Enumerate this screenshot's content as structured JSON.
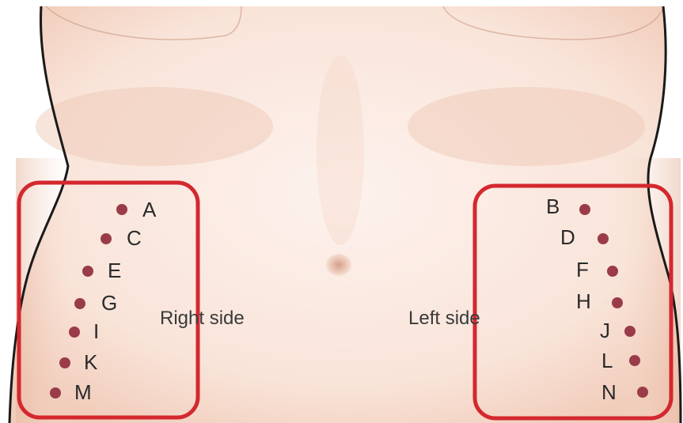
{
  "colors": {
    "skin_light": "#fdf0ea",
    "skin_mid": "#f6dccd",
    "skin_shadow": "#e4b39a",
    "outline": "#1a1a1a",
    "region_border": "#d4282e",
    "point": "#9a3b4a",
    "text": "#2a2a2a"
  },
  "regions": [
    {
      "id": "right",
      "label": "Right side"
    },
    {
      "id": "left",
      "label": "Left side"
    }
  ],
  "points": [
    {
      "label": "A",
      "side": "right"
    },
    {
      "label": "C",
      "side": "right"
    },
    {
      "label": "E",
      "side": "right"
    },
    {
      "label": "G",
      "side": "right"
    },
    {
      "label": "I",
      "side": "right"
    },
    {
      "label": "K",
      "side": "right"
    },
    {
      "label": "M",
      "side": "right"
    },
    {
      "label": "B",
      "side": "left"
    },
    {
      "label": "D",
      "side": "left"
    },
    {
      "label": "F",
      "side": "left"
    },
    {
      "label": "H",
      "side": "left"
    },
    {
      "label": "J",
      "side": "left"
    },
    {
      "label": "L",
      "side": "left"
    },
    {
      "label": "N",
      "side": "left"
    }
  ]
}
